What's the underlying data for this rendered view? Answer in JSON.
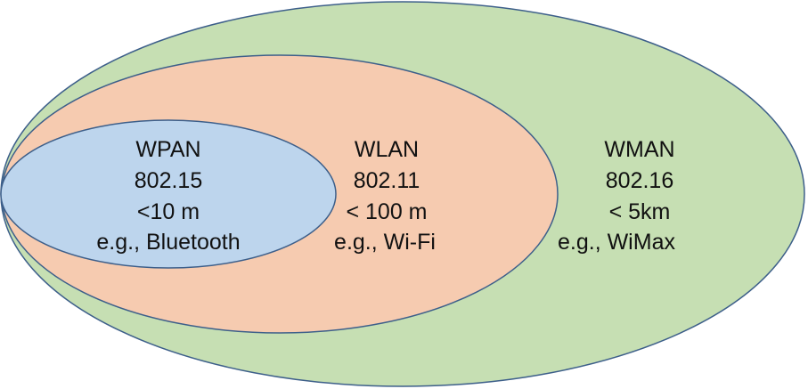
{
  "diagram": {
    "networks": [
      {
        "id": "wman",
        "name": "WMAN",
        "standard": "802.16",
        "range": "< 5km",
        "example": "e.g., WiMax",
        "fill": "#c6dfb3",
        "stroke": "#3d5f8a"
      },
      {
        "id": "wlan",
        "name": "WLAN",
        "standard": "802.11",
        "range": "< 100 m",
        "example": "e.g., Wi-Fi",
        "fill": "#f6cbb0",
        "stroke": "#3d5f8a"
      },
      {
        "id": "wpan",
        "name": "WPAN",
        "standard": "802.15",
        "range": "<10 m",
        "example": "e.g., Bluetooth",
        "fill": "#bdd5ed",
        "stroke": "#3d5f8a"
      }
    ]
  }
}
